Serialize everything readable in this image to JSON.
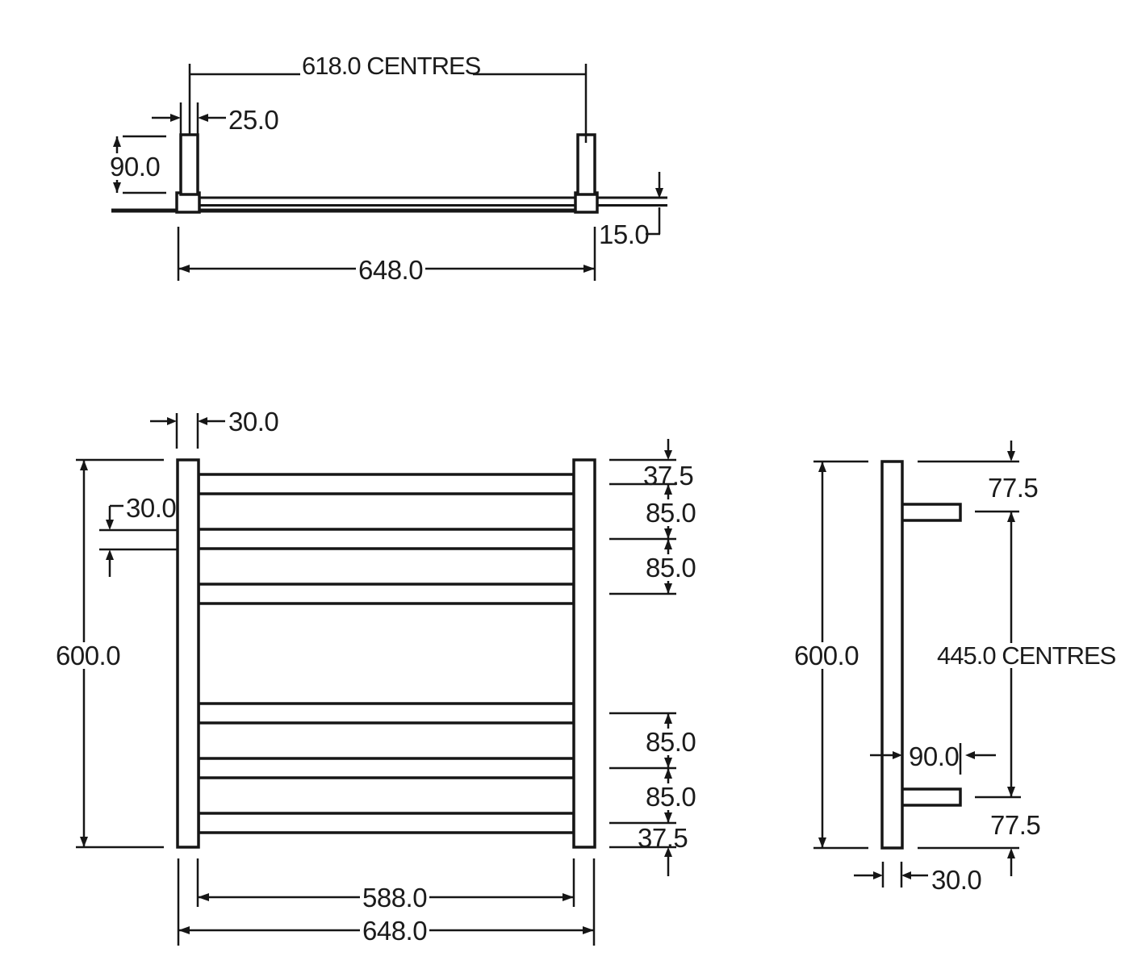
{
  "colors": {
    "line": "#161616",
    "background": "#ffffff"
  },
  "top_view": {
    "centres_width": "618.0 CENTRES",
    "bracket_width": "25.0",
    "bracket_depth": "90.0",
    "bar_wall_gap": "15.0",
    "overall_width": "648.0"
  },
  "front_view": {
    "post_width": "30.0",
    "bar_thickness": "30.0",
    "overall_height": "600.0",
    "top_bar_offset": "37.5",
    "bar_pitch_1": "85.0",
    "bar_pitch_2": "85.0",
    "bar_pitch_3": "85.0",
    "bar_pitch_4": "85.0",
    "bottom_bar_offset": "37.5",
    "inner_width": "588.0",
    "overall_width": "648.0"
  },
  "side_view": {
    "top_bracket_offset": "77.5",
    "overall_height": "600.0",
    "bracket_centres": "445.0 CENTRES",
    "bracket_depth": "90.0",
    "bottom_bracket_offset": "77.5",
    "post_depth": "30.0"
  }
}
